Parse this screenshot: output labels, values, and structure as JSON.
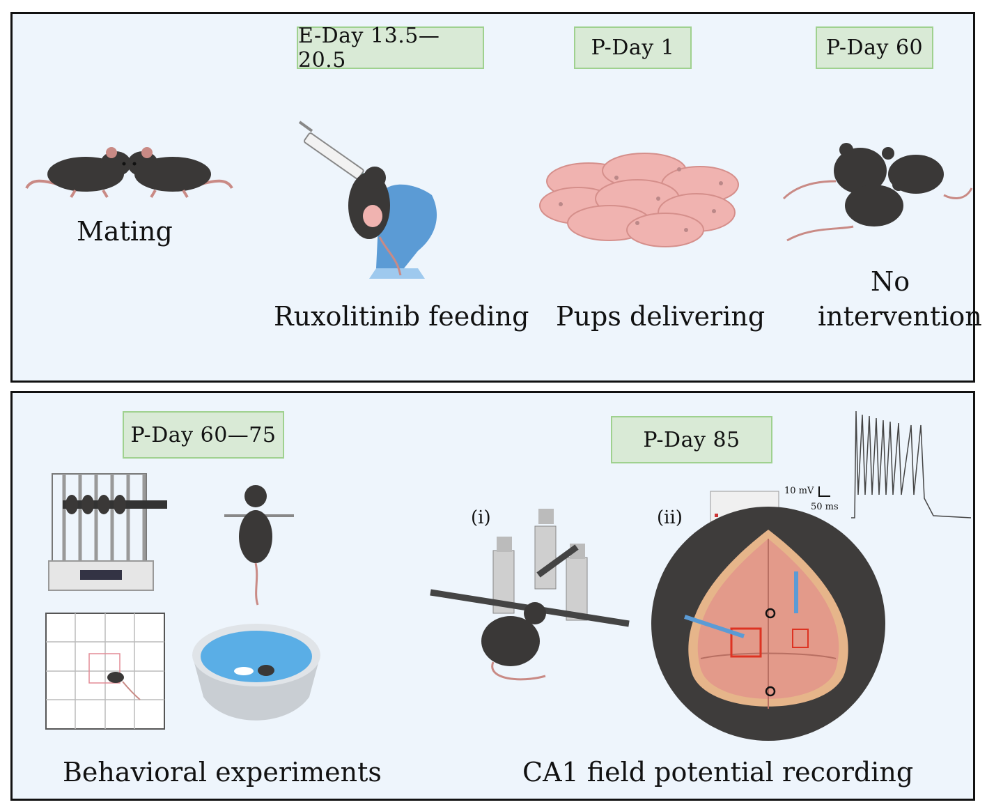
{
  "top_panel": {
    "tags": {
      "embryonic": "E-Day 13.5—20.5",
      "postnatal_1": "P-Day 1",
      "postnatal_60": "P-Day 60"
    },
    "labels": {
      "mating": "Mating",
      "feeding": "Ruxolitinib feeding",
      "delivering": "Pups delivering",
      "no_intervention_1": "No",
      "no_intervention_2": "intervention"
    }
  },
  "bottom_panel": {
    "tags": {
      "behavior_days": "P-Day 60—75",
      "recording_day": "P-Day 85"
    },
    "labels": {
      "behavioral": "Behavioral experiments",
      "recording": "CA1 field potential recording",
      "sub_i": "(i)",
      "sub_ii": "(ii)"
    },
    "scale_bar": {
      "voltage": "10 mV",
      "time": "50 ms"
    }
  },
  "colors": {
    "panel_bg": "#eef5fc",
    "tag_bg": "#d9ead6",
    "tag_border": "#9fd18f",
    "mouse": "#3a3837",
    "pink": "#f0b3b0",
    "glove": "#5b9bd5",
    "water": "#5aaee6",
    "brain": "#e39a8a",
    "trace": "#444444"
  },
  "icons": [
    "mouse-icon",
    "syringe-icon",
    "glove-icon",
    "pups-icon",
    "rotarod-icon",
    "open-field-icon",
    "water-maze-icon",
    "stereotaxic-frame-icon",
    "amplifier-icon",
    "brain-skull-icon",
    "electrode-icon"
  ]
}
